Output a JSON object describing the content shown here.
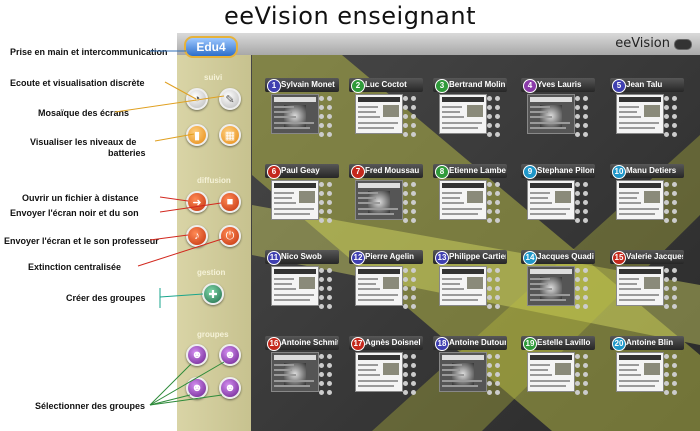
{
  "title": "eeVision enseignant",
  "brand": "eeVision",
  "logo": "Edu4",
  "sidebar": {
    "section_suivi": "suivi",
    "section_diffusion": "diffusion",
    "section_gestion": "gestion",
    "section_groupes": "groupes"
  },
  "callouts": [
    "Prise en main et intercommunication",
    "Ecoute et visualisation discrète",
    "Mosaïque des écrans",
    "Visualiser les niveaux de",
    "batteries",
    "Ouvrir un fichier à distance",
    "Envoyer l'écran noir et du son",
    "Envoyer l'écran et le son professeur",
    "Extinction centralisée",
    "Créer des groupes",
    "Sélectionner des groupes"
  ],
  "colors": {
    "line_blue": "#2f6fb7",
    "line_red": "#d2281e",
    "line_teal": "#1aa58c",
    "line_green": "#2e8b3a"
  },
  "students": [
    {
      "num": "1",
      "name": "Sylvain Monet",
      "color": "#3f3fb0",
      "thumb": "dark"
    },
    {
      "num": "2",
      "name": "Luc Coctot",
      "color": "#2f9a3a",
      "thumb": "paper"
    },
    {
      "num": "3",
      "name": "Bertrand Molin",
      "color": "#2f9a3a",
      "thumb": "paper"
    },
    {
      "num": "4",
      "name": "Yves Lauris",
      "color": "#8a3aa8",
      "thumb": "dark"
    },
    {
      "num": "5",
      "name": "Jean Talu",
      "color": "#3f3fb0",
      "thumb": "paper"
    },
    {
      "num": "6",
      "name": "Paul Geay",
      "color": "#c4281c",
      "thumb": "paper"
    },
    {
      "num": "7",
      "name": "Fred Moussau",
      "color": "#c4281c",
      "thumb": "dark"
    },
    {
      "num": "8",
      "name": "Etienne Lambert",
      "color": "#2f9a3a",
      "thumb": "paper"
    },
    {
      "num": "9",
      "name": "Stephane Pilon",
      "color": "#1f96c8",
      "thumb": "paper"
    },
    {
      "num": "10",
      "name": "Manu Detiers",
      "color": "#1f96c8",
      "thumb": "paper"
    },
    {
      "num": "11",
      "name": "Nico Swob",
      "color": "#3f3fb0",
      "thumb": "paper"
    },
    {
      "num": "12",
      "name": "Pierre Agelin",
      "color": "#3f3fb0",
      "thumb": "paper"
    },
    {
      "num": "13",
      "name": "Philippe Cartier",
      "color": "#3f3fb0",
      "thumb": "paper"
    },
    {
      "num": "14",
      "name": "Jacques Quadi",
      "color": "#1f96c8",
      "thumb": "dark"
    },
    {
      "num": "15",
      "name": "Valerie Jacques",
      "color": "#c4281c",
      "thumb": "paper"
    },
    {
      "num": "16",
      "name": "Antoine Schmit",
      "color": "#c4281c",
      "thumb": "dark"
    },
    {
      "num": "17",
      "name": "Agnès Doisnel",
      "color": "#c4281c",
      "thumb": "paper"
    },
    {
      "num": "18",
      "name": "Antoine Dutour",
      "color": "#3f3fb0",
      "thumb": "dark"
    },
    {
      "num": "19",
      "name": "Estelle Lavillo",
      "color": "#2f9a3a",
      "thumb": "paper"
    },
    {
      "num": "20",
      "name": "Antoine Blin",
      "color": "#1f96c8",
      "thumb": "paper"
    }
  ]
}
